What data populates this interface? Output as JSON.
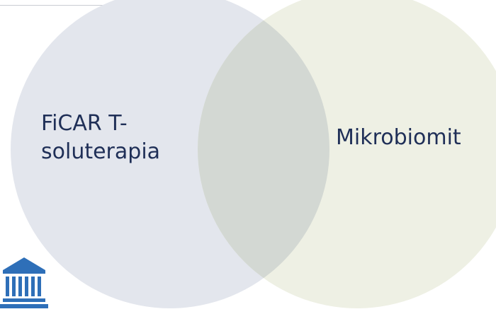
{
  "venn": {
    "left_set": {
      "label_line1": "FiCAR T-",
      "label_line2": "soluterapia",
      "fill_color": "#e3e6ed"
    },
    "right_set": {
      "label": "Mikrobiomit",
      "fill_color": "#eef0e4"
    },
    "overlap_color": "#d3d8d3",
    "text_color": "#1f2f57"
  },
  "logo": {
    "icon": "institution-building-icon",
    "color": "#2e6fb8"
  }
}
